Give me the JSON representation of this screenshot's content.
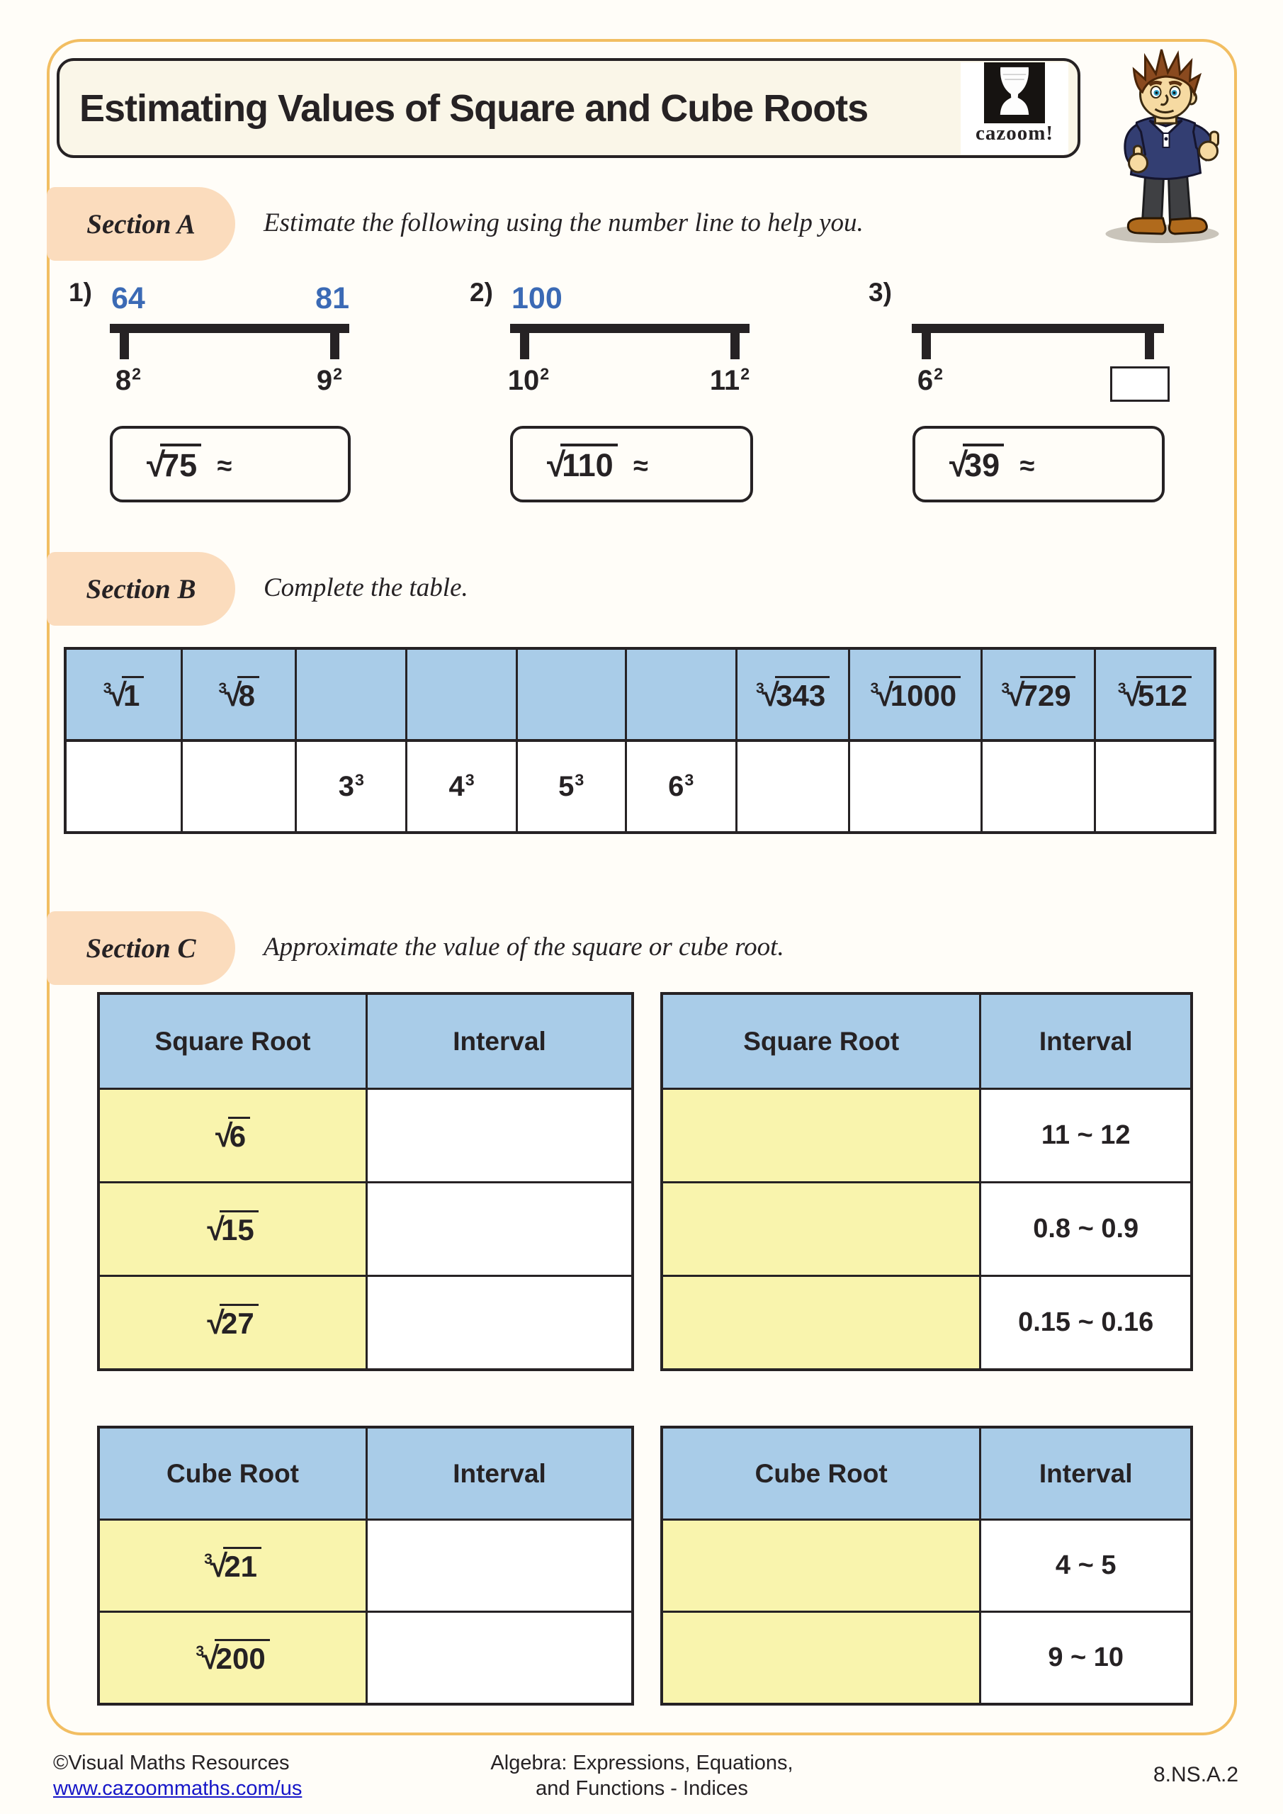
{
  "colors": {
    "accent_border": "#f2be62",
    "section_label_bg": "#fbdcbd",
    "table_header_blue": "#a9cce8",
    "cell_yellow": "#f9f4ad",
    "numberline_blue": "#3b6ab5",
    "ink_black": "#262224",
    "link_blue": "#1616c8",
    "title_box_bg": "#faf6e8",
    "page_bg": "#fffdf8"
  },
  "header": {
    "title": "Estimating Values of Square and Cube Roots",
    "logo_text": "cazoom!"
  },
  "section_a": {
    "label": "Section A",
    "instruction": "Estimate the following using the number line to help you.",
    "approx": "≈",
    "problems": [
      {
        "number": "1)",
        "left_top": "64",
        "right_top": "81",
        "left_base": "8",
        "left_exp": "2",
        "right_base": "9",
        "right_exp": "2",
        "root_index": "",
        "radicand": "75"
      },
      {
        "number": "2)",
        "left_top": "100",
        "right_top": "",
        "left_base": "10",
        "left_exp": "2",
        "right_base": "11",
        "right_exp": "2",
        "root_index": "",
        "radicand": "110"
      },
      {
        "number": "3)",
        "left_top": "",
        "right_top": "",
        "left_base": "6",
        "left_exp": "2",
        "right_base": "",
        "right_exp": "",
        "root_index": "",
        "radicand": "39"
      }
    ]
  },
  "section_b": {
    "label": "Section B",
    "instruction": "Complete the table.",
    "columns": [
      {
        "root_index": "3",
        "root_radicand": "1",
        "power_base": "",
        "power_exp": ""
      },
      {
        "root_index": "3",
        "root_radicand": "8",
        "power_base": "",
        "power_exp": ""
      },
      {
        "root_index": "",
        "root_radicand": "",
        "power_base": "3",
        "power_exp": "3"
      },
      {
        "root_index": "",
        "root_radicand": "",
        "power_base": "4",
        "power_exp": "3"
      },
      {
        "root_index": "",
        "root_radicand": "",
        "power_base": "5",
        "power_exp": "3"
      },
      {
        "root_index": "",
        "root_radicand": "",
        "power_base": "6",
        "power_exp": "3"
      },
      {
        "root_index": "3",
        "root_radicand": "343",
        "power_base": "",
        "power_exp": ""
      },
      {
        "root_index": "3",
        "root_radicand": "1000",
        "power_base": "",
        "power_exp": ""
      },
      {
        "root_index": "3",
        "root_radicand": "729",
        "power_base": "",
        "power_exp": ""
      },
      {
        "root_index": "3",
        "root_radicand": "512",
        "power_base": "",
        "power_exp": ""
      }
    ]
  },
  "section_c": {
    "label": "Section C",
    "instruction": "Approximate the value of the square or cube root.",
    "tables": [
      {
        "col1_header": "Square Root",
        "col2_header": "Interval",
        "rows": [
          {
            "root_index": "",
            "root_radicand": "6",
            "interval": ""
          },
          {
            "root_index": "",
            "root_radicand": "15",
            "interval": ""
          },
          {
            "root_index": "",
            "root_radicand": "27",
            "interval": ""
          }
        ]
      },
      {
        "col1_header": "Square Root",
        "col2_header": "Interval",
        "rows": [
          {
            "root_index": "",
            "root_radicand": "",
            "interval": "11 ~ 12"
          },
          {
            "root_index": "",
            "root_radicand": "",
            "interval": "0.8 ~ 0.9"
          },
          {
            "root_index": "",
            "root_radicand": "",
            "interval": "0.15 ~ 0.16"
          }
        ]
      },
      {
        "col1_header": "Cube Root",
        "col2_header": "Interval",
        "rows": [
          {
            "root_index": "3",
            "root_radicand": "21",
            "interval": ""
          },
          {
            "root_index": "3",
            "root_radicand": "200",
            "interval": ""
          }
        ]
      },
      {
        "col1_header": "Cube Root",
        "col2_header": "Interval",
        "rows": [
          {
            "root_index": "",
            "root_radicand": "",
            "interval": "4 ~ 5"
          },
          {
            "root_index": "",
            "root_radicand": "",
            "interval": "9 ~ 10"
          }
        ]
      }
    ]
  },
  "footer": {
    "copyright": "©Visual Maths Resources",
    "url": "www.cazoommaths.com/us",
    "subject_line1": "Algebra: Expressions, Equations,",
    "subject_line2": "and Functions - Indices",
    "standard": "8.NS.A.2"
  }
}
